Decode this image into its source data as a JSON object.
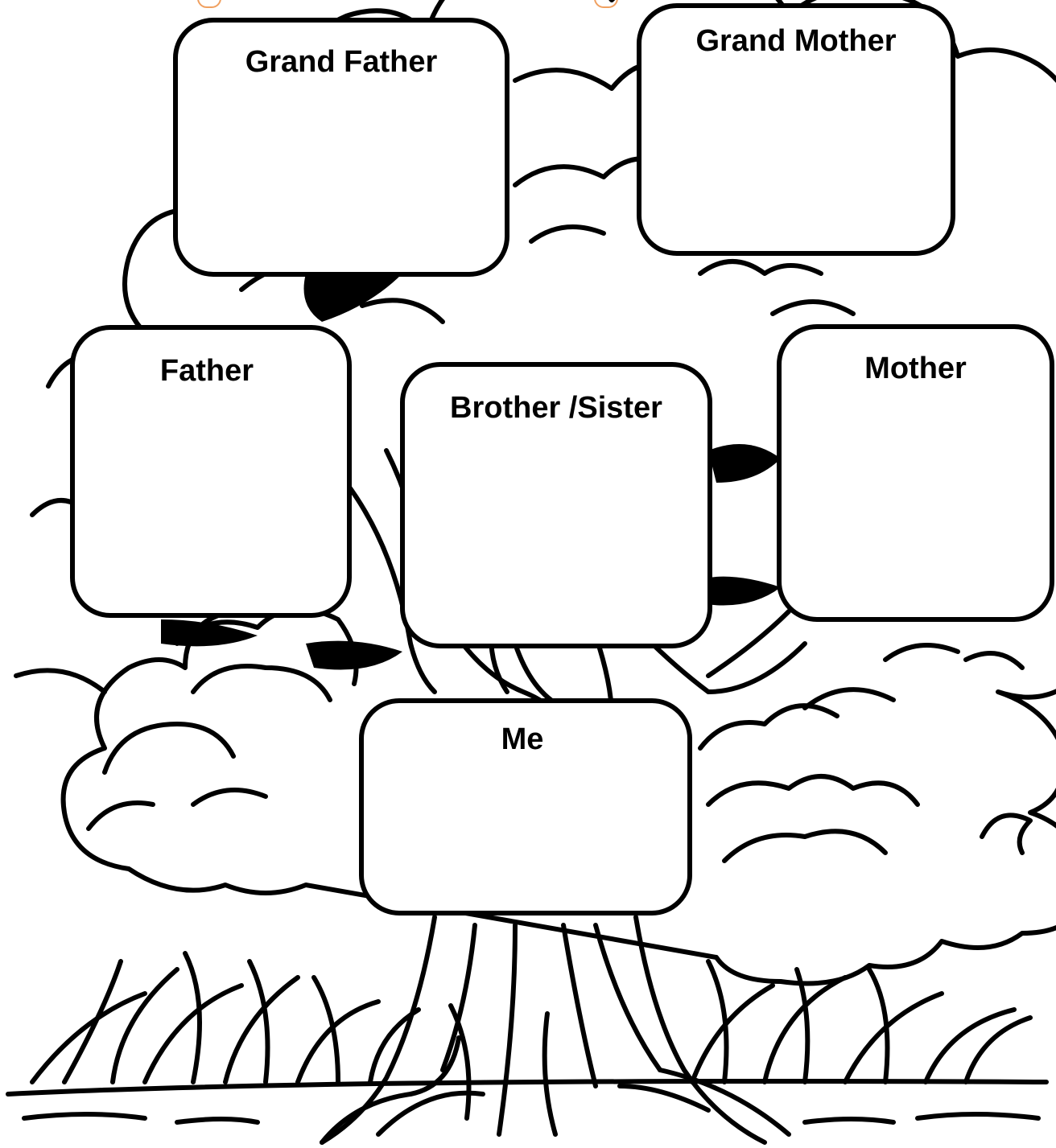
{
  "colors": {
    "ink": "#000000",
    "paper": "#ffffff",
    "accent": "#f0a060"
  },
  "boxes": {
    "grandfather": {
      "label": "Grand Father"
    },
    "grandmother": {
      "label": "Grand Mother"
    },
    "father": {
      "label": "Father"
    },
    "sibling": {
      "label": "Brother /Sister"
    },
    "mother": {
      "label": "Mother"
    },
    "me": {
      "label": "Me"
    }
  }
}
